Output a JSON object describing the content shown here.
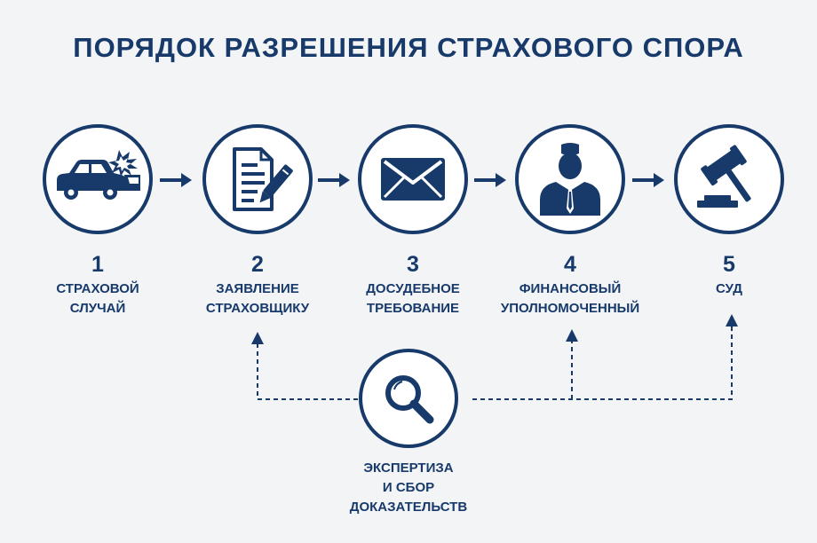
{
  "title": "ПОРЯДОК РАЗРЕШЕНИЯ СТРАХОВОГО СПОРА",
  "steps": [
    {
      "number": "1",
      "line1": "СТРАХОВОЙ",
      "line2": "СЛУЧАЙ",
      "icon": "car-crash-icon"
    },
    {
      "number": "2",
      "line1": "ЗАЯВЛЕНИЕ",
      "line2": "СТРАХОВЩИКУ",
      "icon": "document-pen-icon"
    },
    {
      "number": "3",
      "line1": "ДОСУДЕБНОЕ",
      "line2": "ТРЕБОВАНИЕ",
      "icon": "envelope-icon"
    },
    {
      "number": "4",
      "line1": "ФИНАНСОВЫЙ",
      "line2": "УПОЛНОМОЧЕННЫЙ",
      "icon": "official-person-icon"
    },
    {
      "number": "5",
      "line1": "СУД",
      "line2": "",
      "icon": "gavel-icon"
    }
  ],
  "expertise": {
    "line1": "ЭКСПЕРТИЗА",
    "line2": "И СБОР ДОКАЗАТЕЛЬСТВ",
    "icon": "magnifier-icon"
  },
  "colors": {
    "primary": "#173a6b",
    "background": "#f3f4f6",
    "circle_fill": "#ffffff"
  }
}
